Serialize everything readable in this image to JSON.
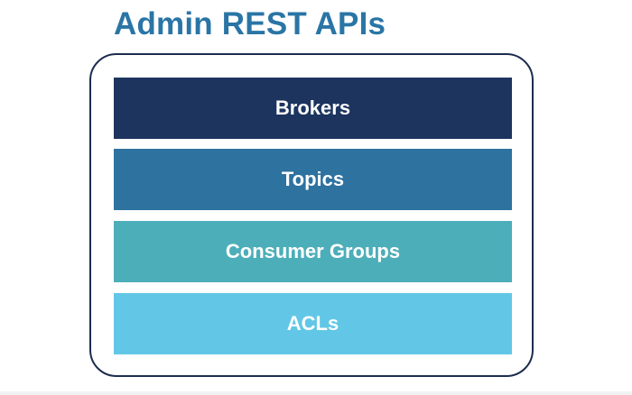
{
  "title": "Admin REST APIs",
  "layers": [
    {
      "label": "Brokers",
      "color": "#1d345f"
    },
    {
      "label": "Topics",
      "color": "#2e72a0"
    },
    {
      "label": "Consumer Groups",
      "color": "#4caeb9"
    },
    {
      "label": "ACLs",
      "color": "#62c7e6"
    }
  ],
  "colors": {
    "title": "#2a75a6",
    "frame_border": "#1d2d4f",
    "background": "#ffffff"
  }
}
